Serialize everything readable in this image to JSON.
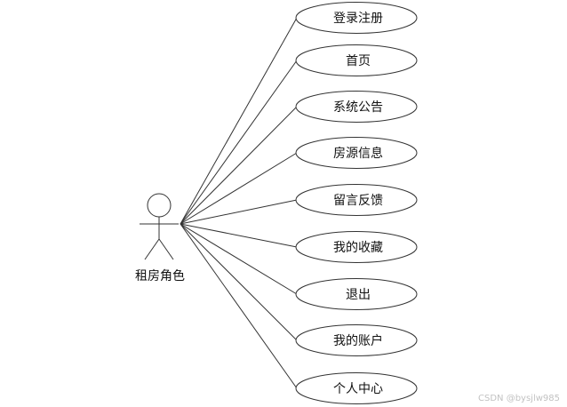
{
  "actor": {
    "label": "租房角色"
  },
  "use_cases": [
    {
      "label": "登录注册"
    },
    {
      "label": "首页"
    },
    {
      "label": "系统公告"
    },
    {
      "label": "房源信息"
    },
    {
      "label": "留言反馈"
    },
    {
      "label": "我的收藏"
    },
    {
      "label": "退出"
    },
    {
      "label": "我的账户"
    },
    {
      "label": "个人中心"
    }
  ],
  "watermark": "CSDN @bysjlw985"
}
